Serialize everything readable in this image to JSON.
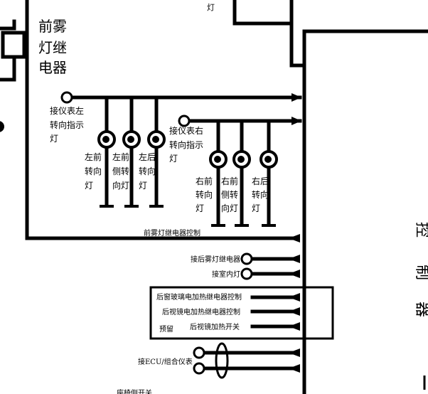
{
  "relay": {
    "line1": "前雾",
    "line2": "灯继",
    "line3": "电器"
  },
  "top_fragment": "灯",
  "left_gauge": {
    "line1": "接仪表左",
    "line2": "转向指示",
    "line3": "灯"
  },
  "right_gauge": {
    "line1": "接仪表右",
    "line2": "转向指示",
    "line3": "灯"
  },
  "lamps": {
    "left_front": [
      "左前",
      "转向",
      "灯"
    ],
    "left_side": [
      "左前",
      "侧转",
      "向灯"
    ],
    "left_rear": [
      "左后",
      "转向",
      "灯"
    ],
    "right_front": [
      "右前",
      "转向",
      "灯"
    ],
    "right_side": [
      "右前",
      "侧转",
      "向灯"
    ],
    "right_rear": [
      "右后",
      "转向",
      "灯"
    ]
  },
  "connections": {
    "fog_control": "前雾灯继电器控制",
    "rear_fog_relay": "接后雾灯继电器",
    "interior_light": "接室内灯",
    "rear_window_heat": "后窗玻璃电加热继电器控制",
    "mirror_heat": "后视镜电加热继电器控制",
    "reserved": "预留",
    "mirror_heat_switch": "后视镜加热开关",
    "ecu_cluster": "接ECU/组合仪表",
    "bottom_fragment": "座椅侧开关"
  },
  "controller": {
    "partial_text": [
      "控",
      "制",
      "器"
    ]
  },
  "colors": {
    "line": "#000000",
    "background": "#ffffff"
  }
}
